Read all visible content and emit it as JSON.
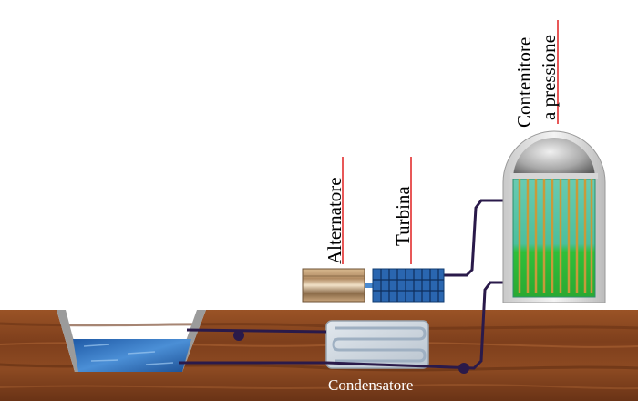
{
  "labels": {
    "alternator": "Alternatore",
    "turbine": "Turbina",
    "vessel_line1": "Contenitore",
    "vessel_line2": "a pressione",
    "condenser": "Condensatore"
  },
  "colors": {
    "ground": "#8a4a22",
    "ground_dark": "#5e2d12",
    "pipe": "#2a1a4a",
    "water": "#2d6fb8",
    "label_marker": "#e02020",
    "core_water": "#4fc6a8",
    "fuel_rod": "#c89a3a",
    "turbine": "#2a66b0"
  }
}
